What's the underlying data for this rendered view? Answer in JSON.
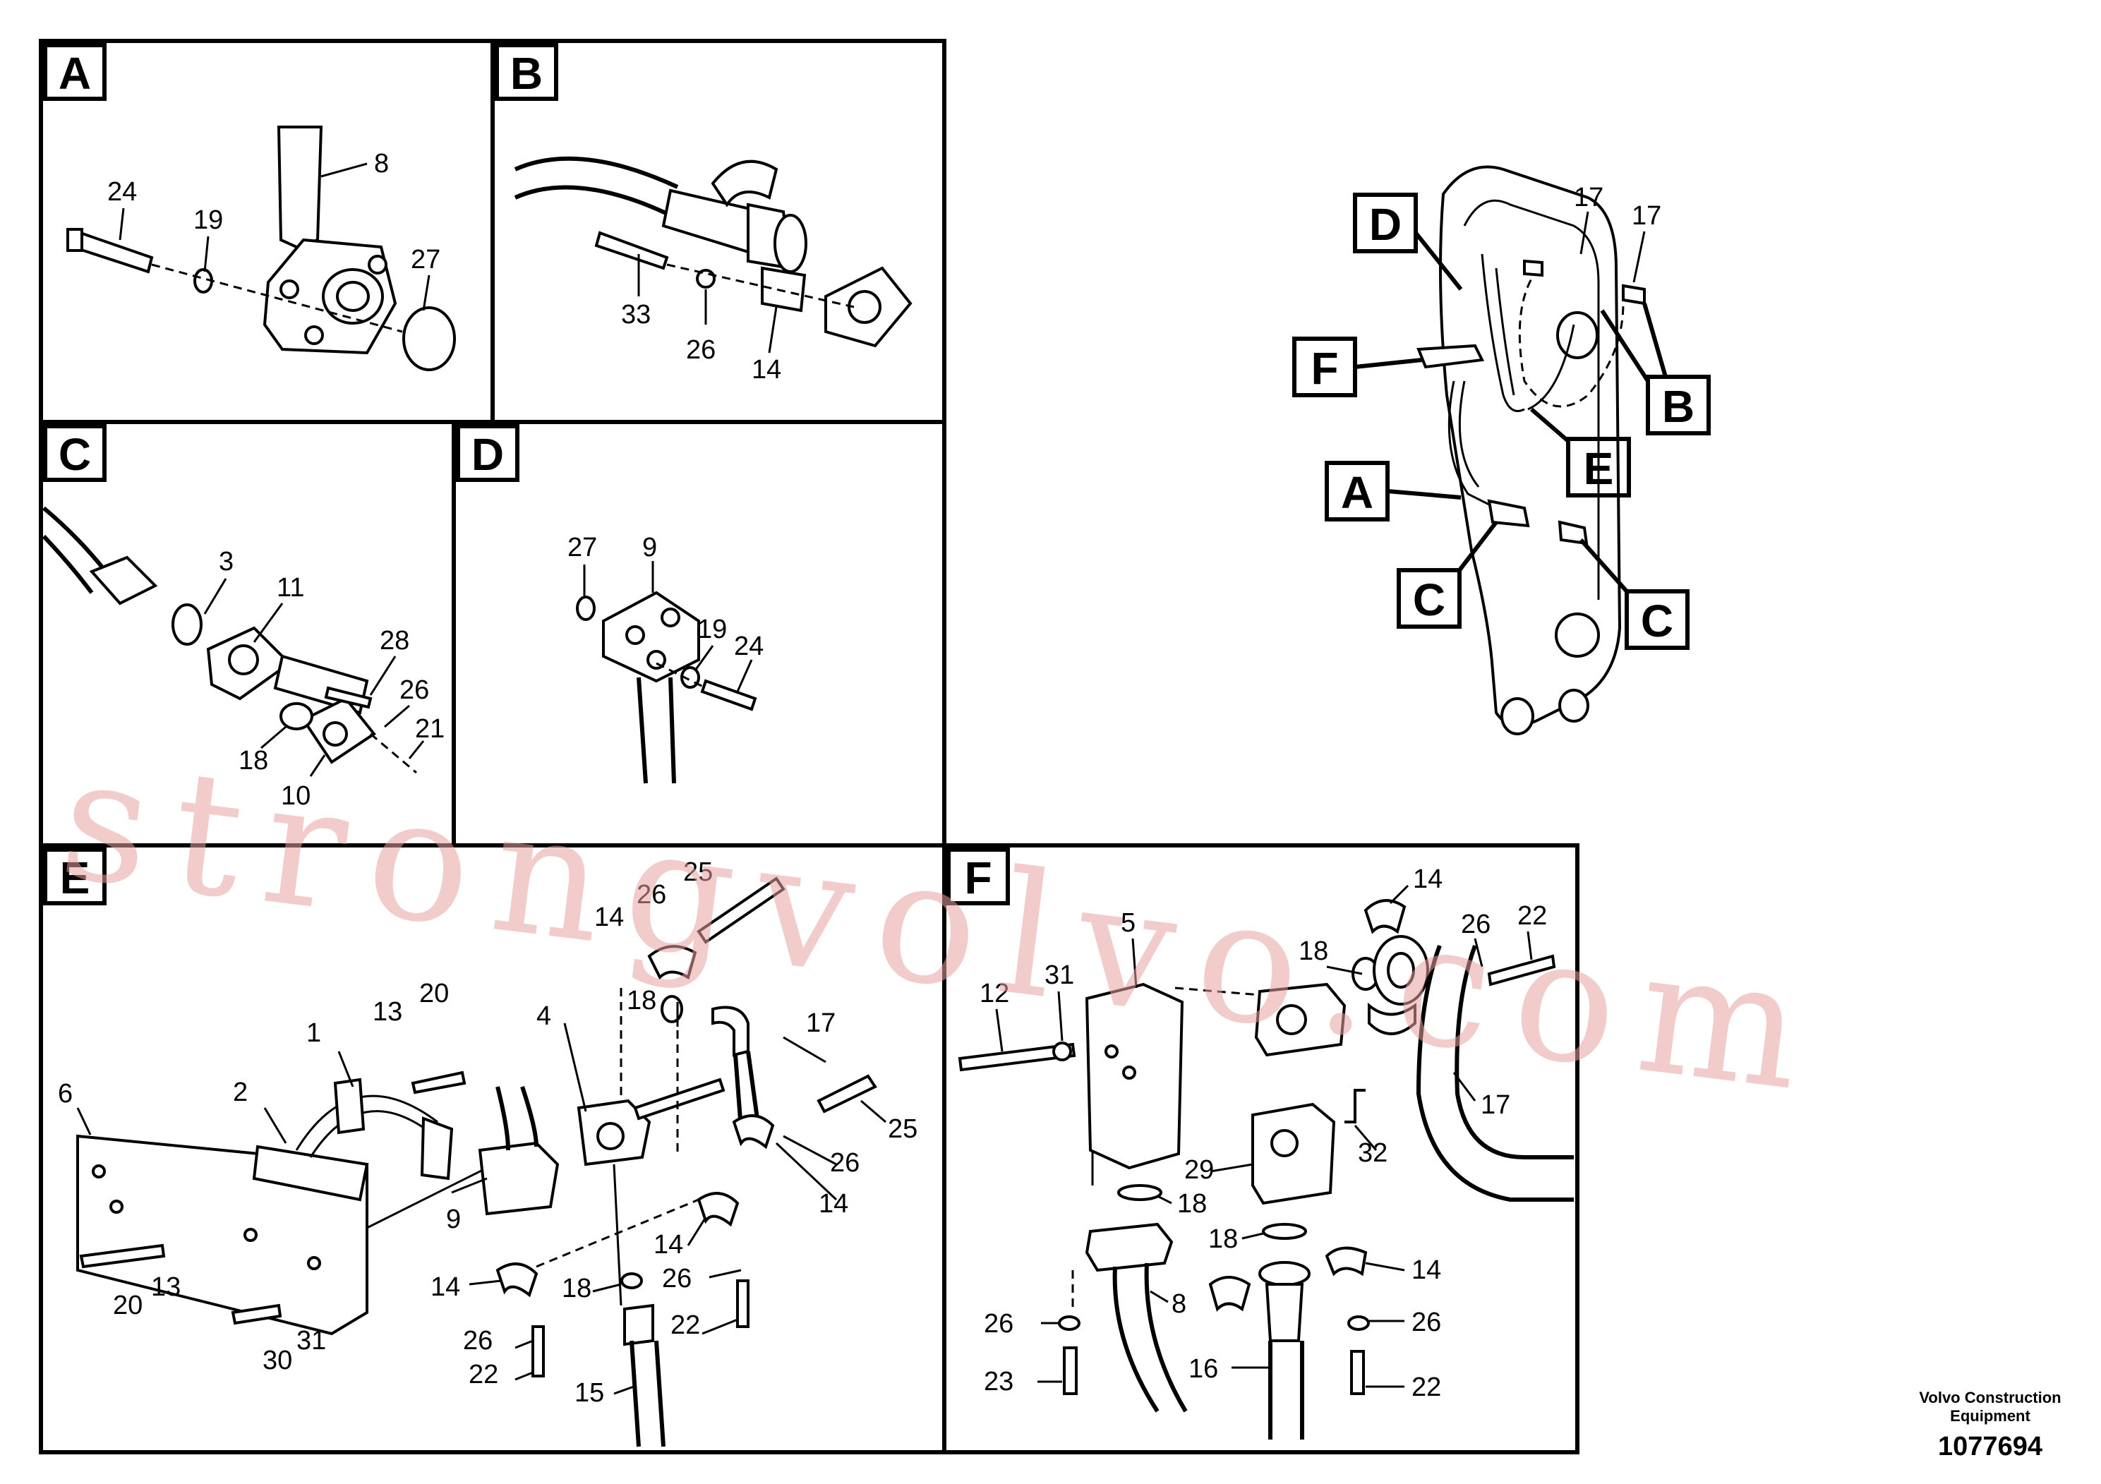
{
  "panels": {
    "A": {
      "letter": "A",
      "callouts": [
        "8",
        "24",
        "19",
        "27"
      ]
    },
    "B": {
      "letter": "B",
      "callouts": [
        "33",
        "26",
        "14"
      ]
    },
    "C": {
      "letter": "C",
      "callouts": [
        "3",
        "11",
        "28",
        "26",
        "21",
        "18",
        "10"
      ]
    },
    "D": {
      "letter": "D",
      "callouts": [
        "27",
        "9",
        "19",
        "24"
      ]
    },
    "E": {
      "letter": "E",
      "callouts": [
        "25",
        "26",
        "14",
        "18",
        "17",
        "13",
        "20",
        "1",
        "4",
        "25",
        "2",
        "6",
        "26",
        "14",
        "9",
        "14",
        "26",
        "14",
        "18",
        "20",
        "13",
        "30",
        "31",
        "26",
        "22",
        "22",
        "15"
      ]
    },
    "F": {
      "letter": "F",
      "callouts": [
        "14",
        "26",
        "22",
        "5",
        "31",
        "12",
        "18",
        "17",
        "32",
        "29",
        "18",
        "18",
        "14",
        "26",
        "8",
        "26",
        "16",
        "23",
        "22"
      ]
    }
  },
  "overview": {
    "labels": [
      "D",
      "F",
      "A",
      "C",
      "C",
      "B",
      "E"
    ],
    "callouts": [
      "17",
      "17"
    ]
  },
  "watermark": "strongvolvo.com",
  "caption": {
    "line1": "Volvo Construction",
    "line2": "Equipment",
    "number": "1077694"
  }
}
